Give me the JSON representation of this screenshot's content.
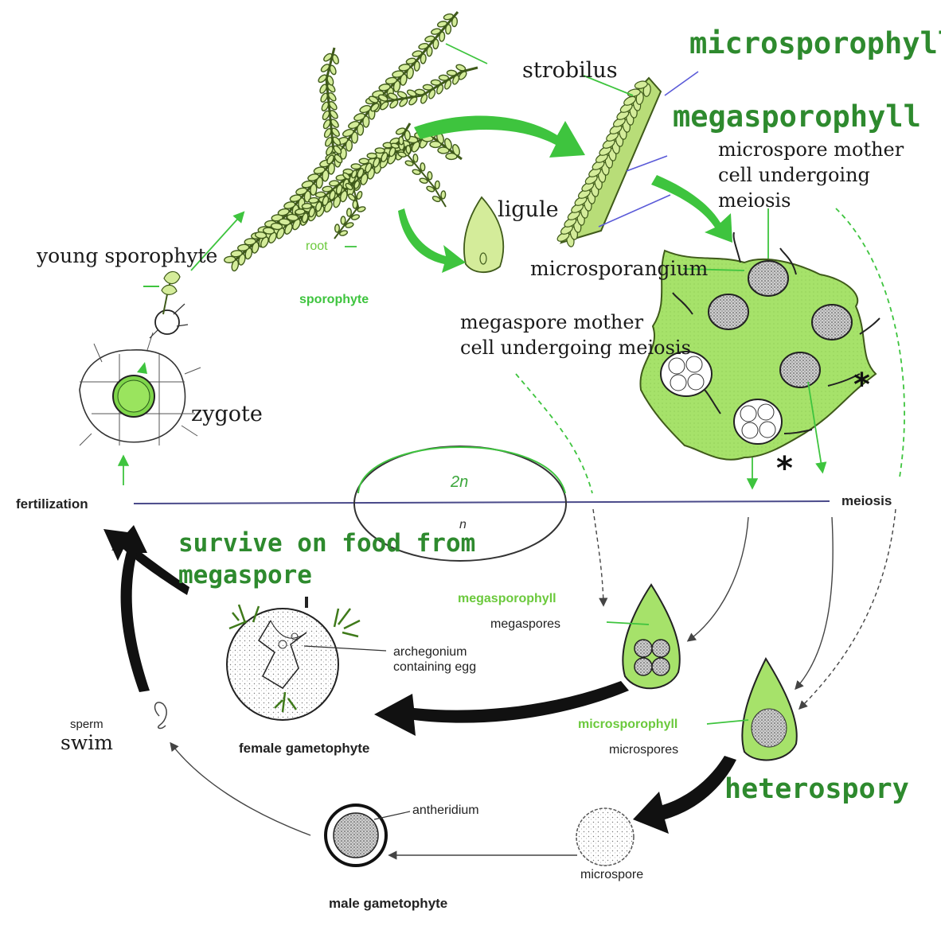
{
  "labels": {
    "strobilus": "strobilus",
    "microsporophyll_big": "microsporophyll",
    "megasporophyll_big": "megasporophyll",
    "microspore_mother_1": "microspore mother",
    "microspore_mother_2": "cell undergoing",
    "microspore_mother_3": "meiosis",
    "ligule": "ligule",
    "young_sporophyte": "young sporophyte",
    "root": "root",
    "microsporangium": "microsporangium",
    "sporophyte": "sporophyte",
    "megaspore_mother_1": "megaspore mother",
    "megaspore_mother_2": "cell undergoing meiosis",
    "zygote": "zygote",
    "diploid": "2n",
    "haploid": "n",
    "fertilization": "fertilization",
    "meiosis": "meiosis",
    "survive_1": "survive on food from",
    "survive_2": "megaspore",
    "megasporophyll_sm": "megasporophyll",
    "megaspores": "megaspores",
    "archegonium_1": "archegonium",
    "archegonium_2": "containing egg",
    "sperm": "sperm",
    "swim": "swim",
    "female_gametophyte": "female gametophyte",
    "microsporophyll_sm": "microsporophyll",
    "microspores": "microspores",
    "heterospory": "heterospory",
    "antheridium": "antheridium",
    "microspore": "microspore",
    "male_gametophyte": "male gametophyte",
    "asterisk": "*"
  },
  "colors": {
    "plant_fill": "#d4ec9a",
    "plant_dark": "#3f5a1a",
    "tissue": "#a6e26a",
    "arrow_green": "#3ec43e",
    "arrow_black": "#111111",
    "accent_blue": "#5a5ad8",
    "text_green": "#2e8a2e",
    "light_green_text": "#6bc93c"
  }
}
